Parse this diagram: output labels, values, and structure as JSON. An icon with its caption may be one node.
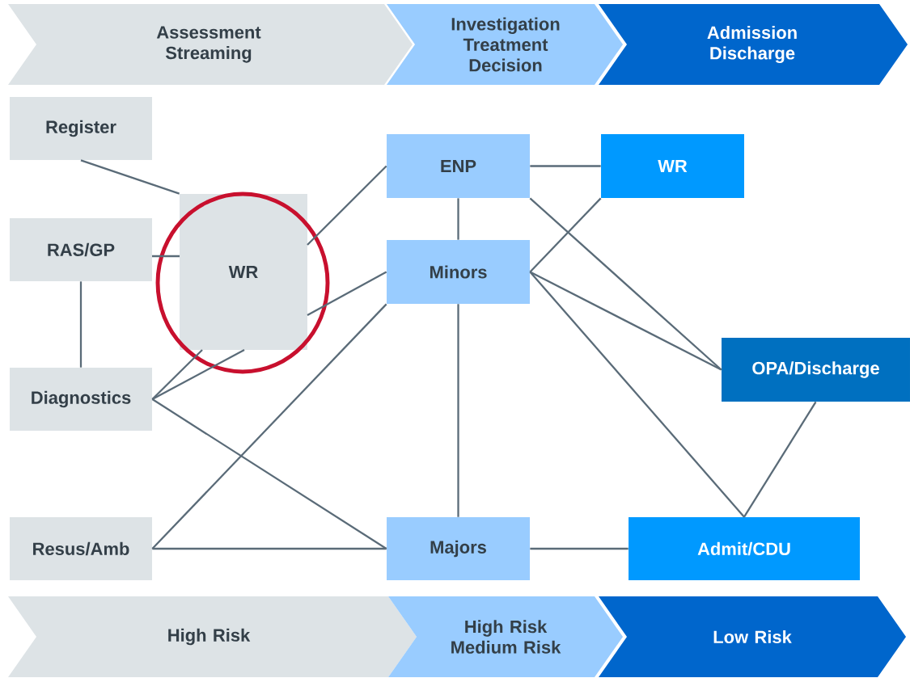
{
  "diagram": {
    "nodes": [
      {
        "text": [
          "Assessment Streaming"
        ]
      },
      {
        "text": [
          "Investigation Treatment Decision"
        ]
      },
      {
        "text": [
          "Admission Discharge"
        ]
      },
      {
        "text": [
          "Register"
        ]
      },
      {
        "text": [
          "RAS/GP"
        ]
      },
      {
        "text": [
          "WR"
        ]
      },
      {
        "text": [
          "Diagnostics"
        ]
      },
      {
        "text": [
          "Resus/Amb"
        ]
      },
      {
        "text": [
          "ENP"
        ]
      },
      {
        "text": [
          "Minors"
        ]
      },
      {
        "text": [
          "Majors"
        ]
      },
      {
        "text": [
          "WR"
        ]
      },
      {
        "text": [
          "OPA/Discharge"
        ]
      },
      {
        "text": [
          "Admit/CDU"
        ]
      },
      {
        "text": [
          "High Risk"
        ]
      },
      {
        "text": [
          "High Risk Medium Risk"
        ]
      },
      {
        "text": [
          "Low Risk"
        ]
      }
    ],
    "edges": [
      {
        "from": 3,
        "to": 5,
        "arrow": "none"
      },
      {
        "from": 4,
        "to": 5,
        "arrow": "none"
      },
      {
        "from": 4,
        "to": 6,
        "arrow": "none"
      },
      {
        "from": 6,
        "to": 5,
        "arrow": "none"
      },
      {
        "from": 6,
        "to": 5,
        "arrow": "none"
      },
      {
        "from": 5,
        "to": 8,
        "arrow": "none"
      },
      {
        "from": 5,
        "to": 9,
        "arrow": "none"
      },
      {
        "from": 6,
        "to": 10,
        "arrow": "none"
      },
      {
        "from": 7,
        "to": 9,
        "arrow": "none"
      },
      {
        "from": 7,
        "to": 10,
        "arrow": "none"
      },
      {
        "from": 8,
        "to": 9,
        "arrow": "none"
      },
      {
        "from": 9,
        "to": 10,
        "arrow": "none"
      },
      {
        "from": 8,
        "to": 11,
        "arrow": "none"
      },
      {
        "from": 9,
        "to": 11,
        "arrow": "none"
      },
      {
        "from": 8,
        "to": 12,
        "arrow": "none"
      },
      {
        "from": 9,
        "to": 12,
        "arrow": "none"
      },
      {
        "from": 9,
        "to": 13,
        "arrow": "none"
      },
      {
        "from": 12,
        "to": 13,
        "arrow": "none"
      },
      {
        "from": 10,
        "to": 13,
        "arrow": "none"
      }
    ]
  }
}
